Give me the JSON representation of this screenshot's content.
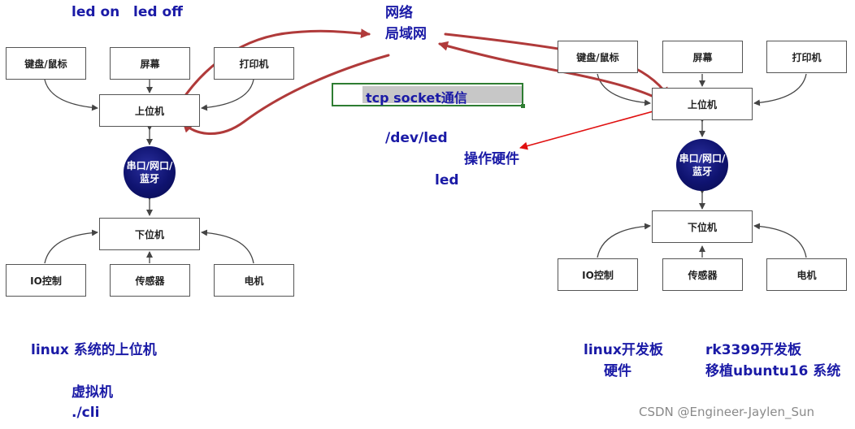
{
  "notes": {
    "led_on": "led on",
    "led_off": "led off",
    "network": "网络",
    "lan": "局域网",
    "tcp": "tcp socket通信",
    "dev_led": "/dev/led",
    "op_hw": "操作硬件",
    "led": "led",
    "linux_host": "linux 系统的上位机",
    "vm": "虚拟机",
    "cli": "./cli",
    "linux_board": "linux开发板",
    "hardware": "硬件",
    "rk3399": "rk3399开发板",
    "port_ubuntu": "移植ubuntu16 系统"
  },
  "left_diagram": {
    "keyboard": "键盘/鼠标",
    "screen": "屏幕",
    "printer": "打印机",
    "host": "上位机",
    "comm_line1": "串口/网口/",
    "comm_line2": "蓝牙",
    "slave": "下位机",
    "io": "IO控制",
    "sensor": "传感器",
    "motor": "电机"
  },
  "right_diagram": {
    "keyboard": "键盘/鼠标",
    "screen": "屏幕",
    "printer": "打印机",
    "host": "上位机",
    "comm_line1": "串口/网口/",
    "comm_line2": "蓝牙",
    "slave": "下位机",
    "io": "IO控制",
    "sensor": "传感器",
    "motor": "电机"
  },
  "watermark": "CSDN @Engineer-Jaylen_Sun",
  "colors": {
    "note_text": "#1a1aa6",
    "red_arrow": "#b03a3a",
    "bright_red_arrow": "#e01010",
    "circle": "#0f1370",
    "tcp_border": "#2e7d32"
  }
}
